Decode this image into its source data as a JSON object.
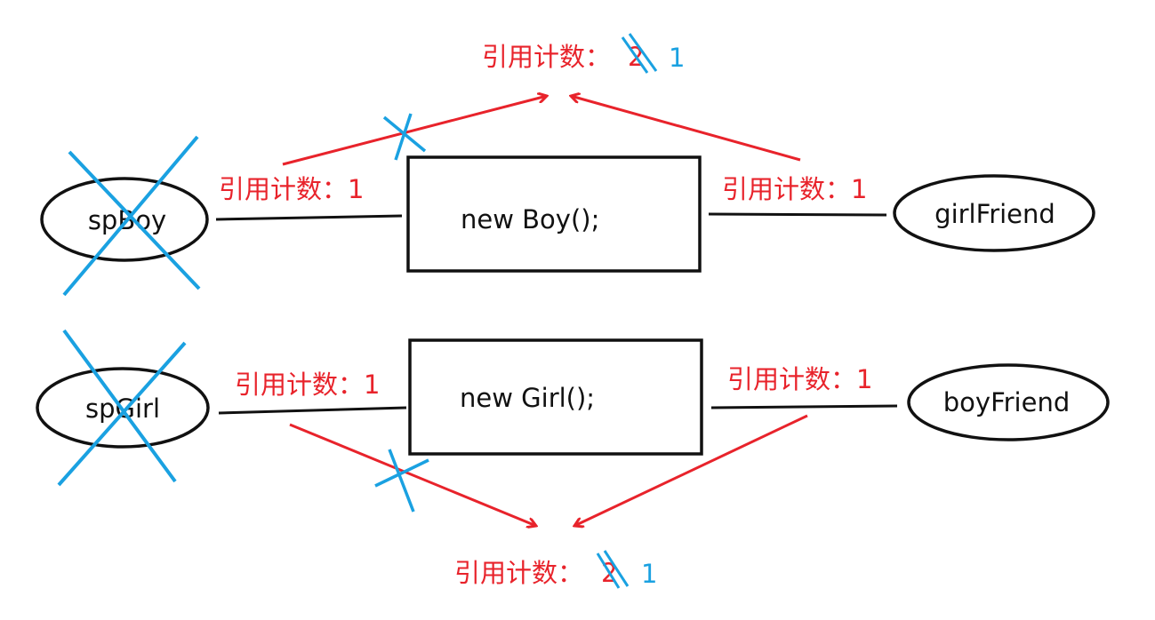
{
  "colors": {
    "red": "#e8232b",
    "blue": "#1aa1e1",
    "black": "#111111"
  },
  "objects": {
    "boy": "new Boy();",
    "girl": "new Girl();"
  },
  "variables": {
    "spBoy": "spBoy",
    "girlFriend": "girlFriend",
    "spGirl": "spGirl",
    "boyFriend": "boyFriend"
  },
  "labels": {
    "ref_count_one": "引用计数：1",
    "ref_count_prefix": "引用计数：",
    "old_count": "2",
    "new_count": "1"
  }
}
